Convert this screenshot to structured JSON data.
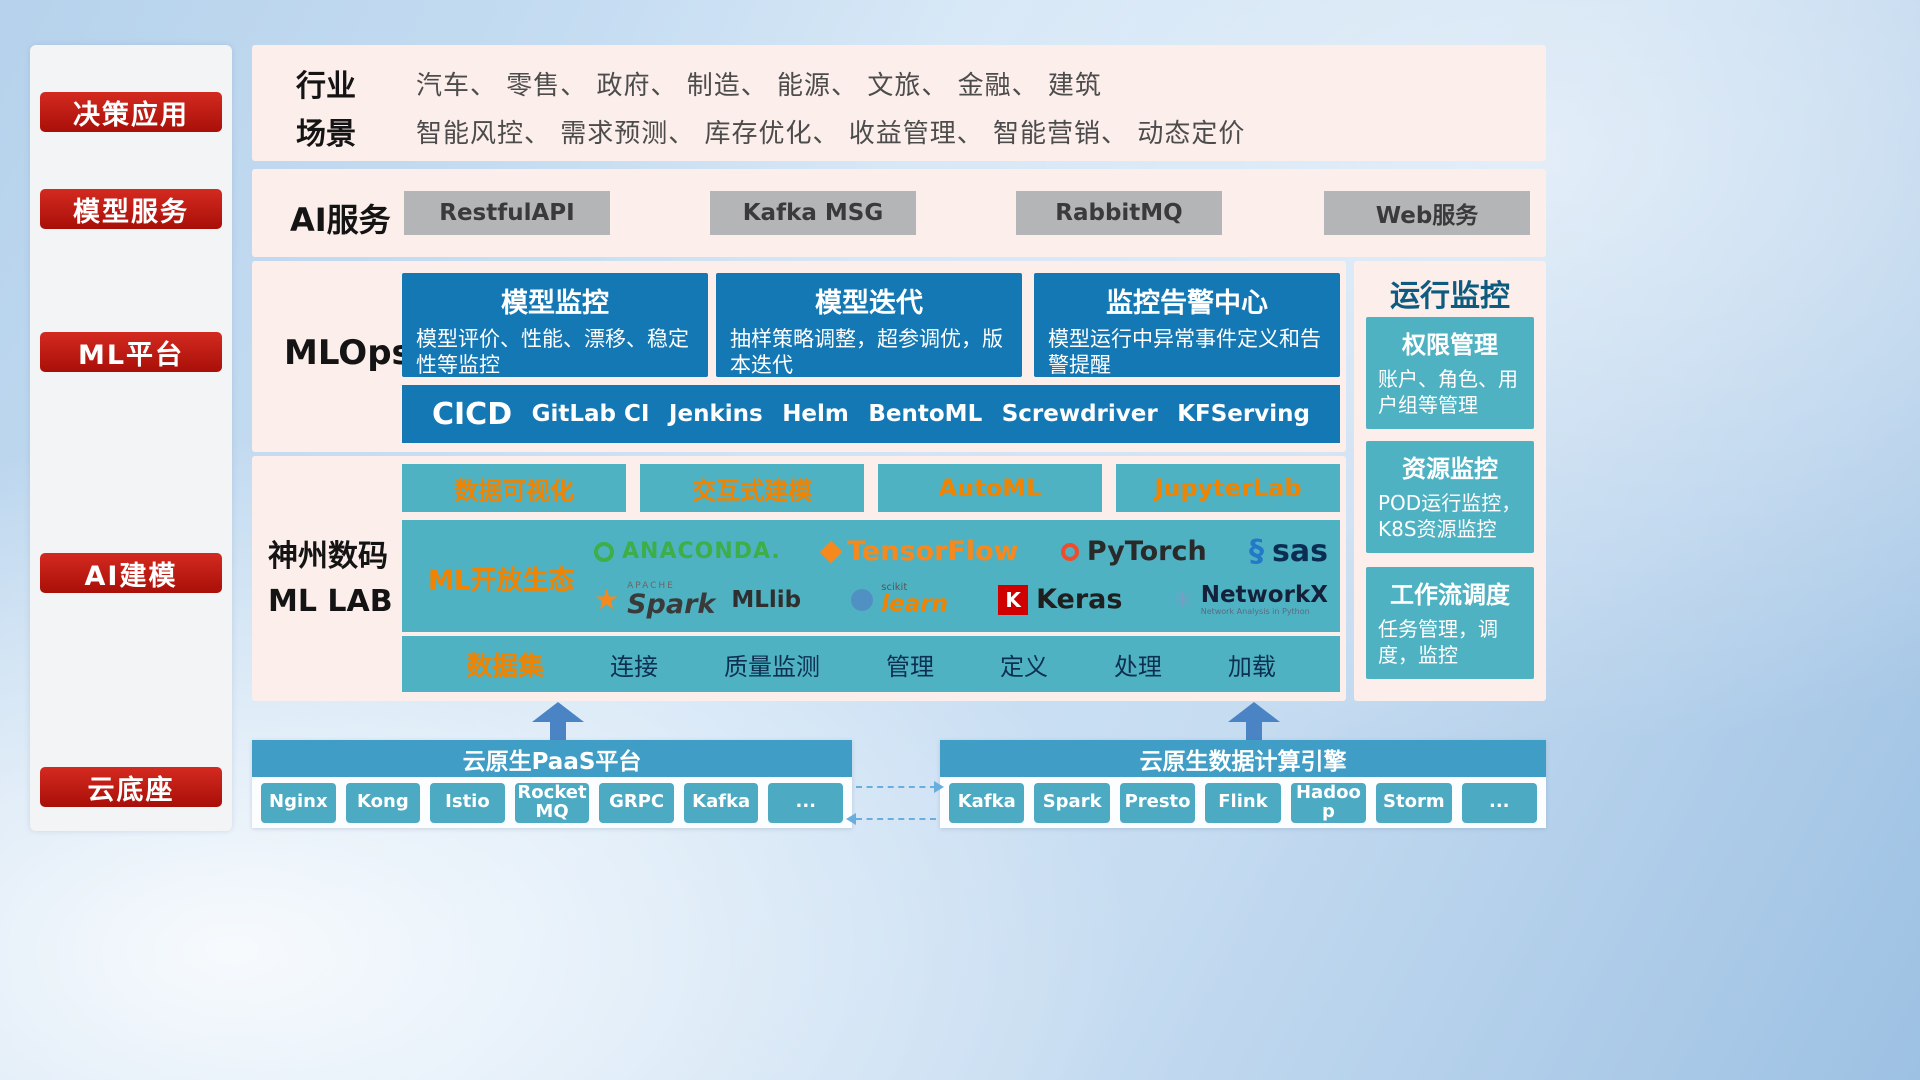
{
  "sidebar": {
    "items": [
      "决策应用",
      "模型服务",
      "ML平台",
      "AI建模",
      "云底座"
    ]
  },
  "industry_row": {
    "label1": "行业",
    "industries": "汽车、 零售、 政府、 制造、 能源、 文旅、 金融、 建筑",
    "label2": "场景",
    "scenarios": "智能风控、 需求预测、 库存优化、 收益管理、 智能营销、 动态定价"
  },
  "ai_services": {
    "label": "AI服务",
    "buttons": [
      "RestfulAPI",
      "Kafka MSG",
      "RabbitMQ",
      "Web服务"
    ]
  },
  "mlops": {
    "label": "MLOps",
    "cards": [
      {
        "title": "模型监控",
        "desc": "模型评价、性能、漂移、稳定性等监控"
      },
      {
        "title": "模型迭代",
        "desc": "抽样策略调整，超参调优，版本迭代"
      },
      {
        "title": "监控告警中心",
        "desc": "模型运行中异常事件定义和告警提醒"
      }
    ],
    "cicd": {
      "label": "CICD",
      "tools": [
        "GitLab CI",
        "Jenkins",
        "Helm",
        "BentoML",
        "Screwdriver",
        "KFServing"
      ]
    }
  },
  "monitoring": {
    "title": "运行监控",
    "boxes": [
      {
        "title": "权限管理",
        "desc": "账户、角色、用户组等管理"
      },
      {
        "title": "资源监控",
        "desc": "POD运行监控，K8S资源监控"
      },
      {
        "title": "工作流调度",
        "desc": "任务管理，调度，监控"
      }
    ]
  },
  "mllab": {
    "label_line1": "神州数码",
    "label_line2": "ML LAB",
    "top_buttons": [
      "数据可视化",
      "交互式建模",
      "AutoML",
      "JupyterLab"
    ],
    "eco_label": "ML开放生态",
    "logos": [
      {
        "name": "anaconda",
        "label": "ANACONDA."
      },
      {
        "name": "tensorflow",
        "label": "TensorFlow"
      },
      {
        "name": "pytorch",
        "label": "PyTorch"
      },
      {
        "name": "sas",
        "label": "sas",
        "glyph": "§"
      },
      {
        "name": "spark",
        "sub": "APACHE",
        "label": "Spark",
        "extra": "MLlib",
        "glyph": "★"
      },
      {
        "name": "scikit-learn",
        "sub": "scikit",
        "label": "learn"
      },
      {
        "name": "keras",
        "glyph": "K",
        "label": "Keras"
      },
      {
        "name": "networkx",
        "glyph": "✳",
        "label": "NetworkX",
        "sub": "Network Analysis in Python"
      }
    ],
    "dataset": {
      "label": "数据集",
      "items": [
        "连接",
        "质量监测",
        "管理",
        "定义",
        "处理",
        "加载"
      ]
    }
  },
  "cloud_base": {
    "paas": {
      "title": "云原生PaaS平台",
      "items": [
        "Nginx",
        "Kong",
        "Istio",
        "RocketMQ",
        "GRPC",
        "Kafka",
        "..."
      ]
    },
    "data_engine": {
      "title": "云原生数据计算引擎",
      "items": [
        "Kafka",
        "Spark",
        "Presto",
        "Flink",
        "Hadoop",
        "Storm",
        "..."
      ]
    }
  },
  "palette": {
    "sidebar_red": "#b81410",
    "panel_pink": "#fceeea",
    "deep_blue": "#1478b4",
    "teal": "#4fb2c2",
    "orange_accent": "#f08300",
    "gray_chip": "#b4b5b7",
    "bar_blue": "#3f9dc6"
  }
}
